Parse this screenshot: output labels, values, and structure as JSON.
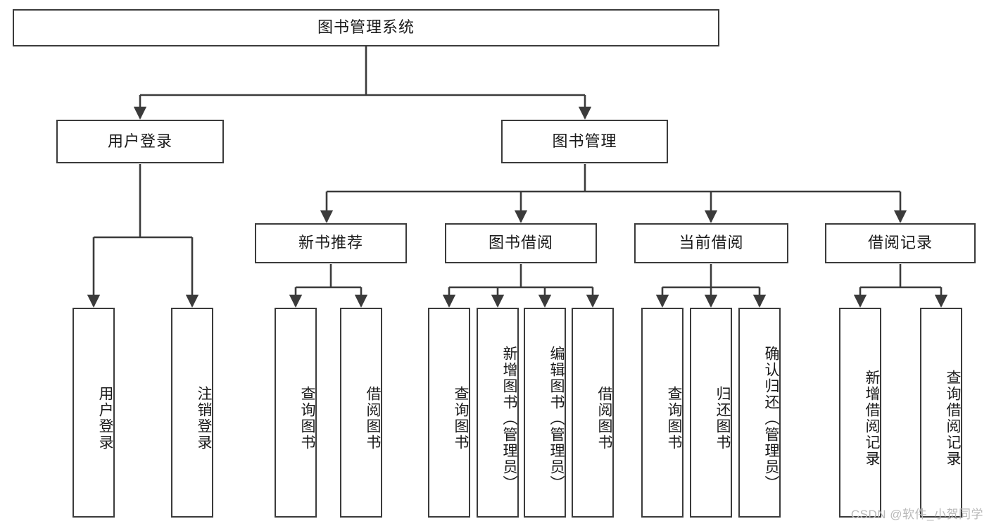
{
  "diagram": {
    "title": "图书管理系统",
    "watermark": "CSDN @软件_小贺同学",
    "colors": {
      "background": "#ffffff",
      "stroke": "#3b3b3b",
      "text": "#1a1a1a",
      "watermark": "#b9b9b9"
    },
    "levels": {
      "root": "图书管理系统",
      "level2": [
        "用户登录",
        "图书管理"
      ],
      "level3": [
        "新书推荐",
        "图书借阅",
        "当前借阅",
        "借阅记录"
      ]
    },
    "nodes": {
      "root": "图书管理系统",
      "user_login": "用户登录",
      "book_manage": "图书管理",
      "new_book_rec": "新书推荐",
      "book_borrow": "图书借阅",
      "current_borrow": "当前借阅",
      "borrow_record": "借阅记录",
      "leaf_user_login": "用户登录",
      "leaf_logout_login": "注销登录",
      "leaf_rec_query_book": "查询图书",
      "leaf_rec_borrow_book": "借阅图书",
      "leaf_borrow_query_book": "查询图书",
      "leaf_add_book_admin": "新增图书（管理员）",
      "leaf_edit_book_admin": "编辑图书（管理员）",
      "leaf_borrow_book": "借阅图书",
      "leaf_cur_query_book": "查询图书",
      "leaf_return_book": "归还图书",
      "leaf_confirm_return_admin": "确认归还（管理员）",
      "leaf_add_borrow_record": "新增借阅记录",
      "leaf_query_borrow_record": "查询借阅记录"
    },
    "tree": {
      "name": "图书管理系统",
      "children": [
        {
          "name": "用户登录",
          "children": [
            {
              "name": "用户登录",
              "children": []
            },
            {
              "name": "注销登录",
              "children": []
            }
          ]
        },
        {
          "name": "图书管理",
          "children": [
            {
              "name": "新书推荐",
              "children": [
                {
                  "name": "查询图书",
                  "children": []
                },
                {
                  "name": "借阅图书",
                  "children": []
                }
              ]
            },
            {
              "name": "图书借阅",
              "children": [
                {
                  "name": "查询图书",
                  "children": []
                },
                {
                  "name": "新增图书（管理员）",
                  "children": []
                },
                {
                  "name": "编辑图书（管理员）",
                  "children": []
                },
                {
                  "name": "借阅图书",
                  "children": []
                }
              ]
            },
            {
              "name": "当前借阅",
              "children": [
                {
                  "name": "查询图书",
                  "children": []
                },
                {
                  "name": "归还图书",
                  "children": []
                },
                {
                  "name": "确认归还（管理员）",
                  "children": []
                }
              ]
            },
            {
              "name": "借阅记录",
              "children": [
                {
                  "name": "新增借阅记录",
                  "children": []
                },
                {
                  "name": "查询借阅记录",
                  "children": []
                }
              ]
            }
          ]
        }
      ]
    }
  }
}
